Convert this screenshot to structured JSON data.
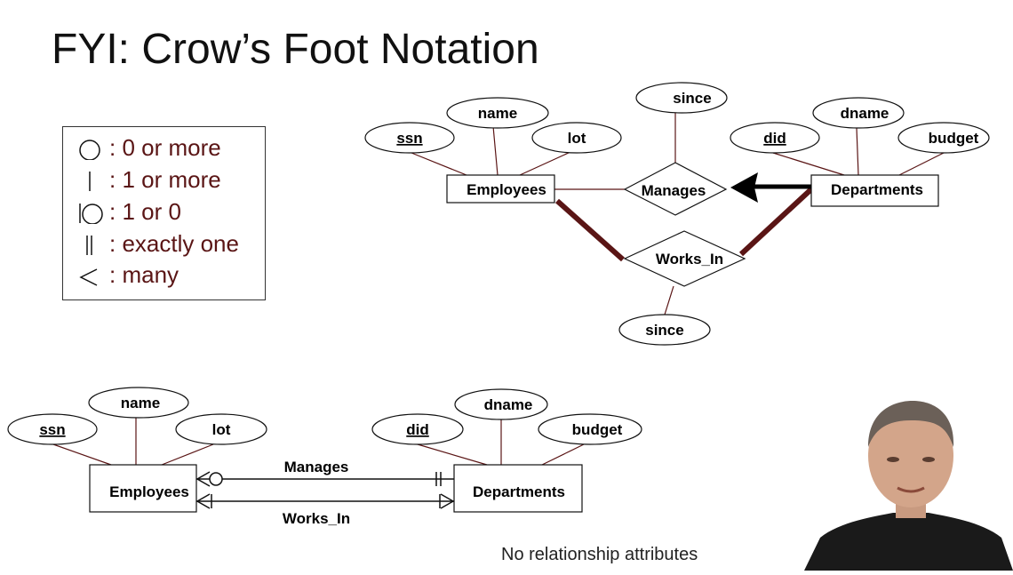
{
  "slide": {
    "title": "FYI: Crow’s Foot Notation",
    "caption": "No relationship attributes"
  },
  "legend": {
    "items": [
      {
        "symbol": "circle-icon",
        "text": ": 0 or more"
      },
      {
        "symbol": "bar-icon",
        "text": ": 1 or more"
      },
      {
        "symbol": "bar-circle-icon",
        "text": ": 1 or 0"
      },
      {
        "symbol": "double-bar-icon",
        "text": ": exactly one"
      },
      {
        "symbol": "crows-foot-icon",
        "text": ": many"
      }
    ]
  },
  "er_diagram": {
    "entities": {
      "employees": "Employees",
      "departments": "Departments"
    },
    "attributes": {
      "ssn": "ssn",
      "name": "name",
      "lot": "lot",
      "did": "did",
      "dname": "dname",
      "budget": "budget"
    },
    "relationships": {
      "manages": {
        "label": "Manages",
        "attribute": "since"
      },
      "works_in": {
        "label": "Works_In",
        "attribute": "since"
      }
    }
  },
  "crowsfoot_diagram": {
    "entities": {
      "employees": "Employees",
      "departments": "Departments"
    },
    "attributes": {
      "ssn": "ssn",
      "name": "name",
      "lot": "lot",
      "did": "did",
      "dname": "dname",
      "budget": "budget"
    },
    "relationships": {
      "manages": "Manages",
      "works_in": "Works_In"
    }
  },
  "colors": {
    "legend_text": "#5a1515",
    "thick_edge": "#5a1515",
    "edge": "#5a1515"
  }
}
